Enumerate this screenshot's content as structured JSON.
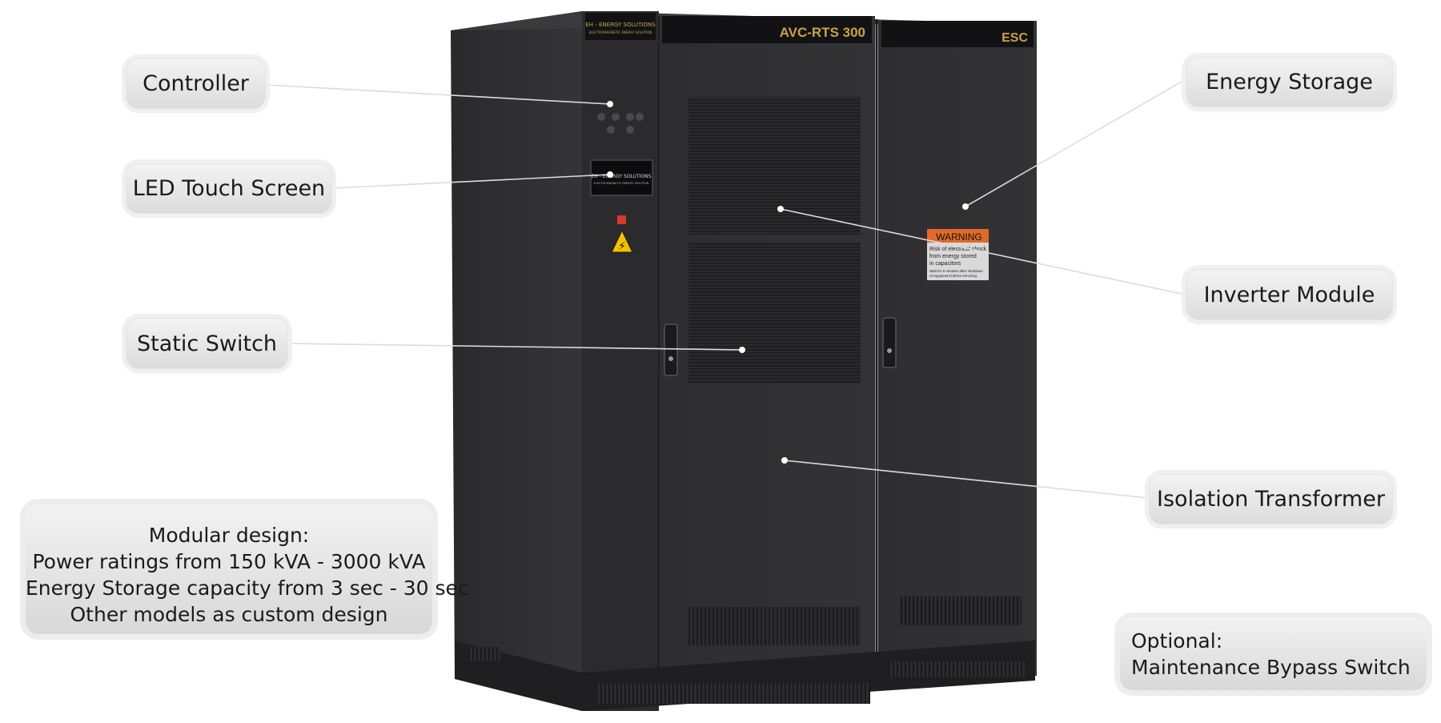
{
  "cabinet": {
    "left_nameplate_title": "EH - ENERGY SOLUTIONS",
    "left_nameplate_sub": "ELECTROMAGNETIC ENERGY SOLUTION",
    "model_label": "AVC-RTS 300",
    "esc_label": "ESC",
    "screen_text": "EH - ENERGY SOLUTIONS",
    "screen_subtext": "ELECTROMAGNETIC ENERGY SOLUTION",
    "warning_title": "WARNING",
    "warning_lines": [
      "Risk of electrical shock",
      "from energy stored",
      "in capacitors",
      "Wait for 5 minutes after shutdown",
      "of equipment before servicing"
    ]
  },
  "labels": {
    "controller": "Controller",
    "led_touch_screen": "LED Touch Screen",
    "static_switch": "Static Switch",
    "energy_storage": "Energy Storage",
    "inverter_module": "Inverter Module",
    "isolation_transformer": "Isolation Transformer"
  },
  "info_box": {
    "lines": [
      "Modular design:",
      "Power ratings from 150 kVA - 3000 kVA",
      "Energy Storage capacity from 3 sec - 30 sec",
      "Other models as custom design"
    ]
  },
  "optional_box": {
    "lines": [
      "Optional:",
      "Maintenance Bypass Switch"
    ]
  },
  "colors": {
    "cabinet": "#2f2f31",
    "cabinet_dark": "#232325",
    "nameplate_text": "#c9a24a",
    "warning_orange": "#e06a2a",
    "callout_bg": "#e2e2e2"
  }
}
